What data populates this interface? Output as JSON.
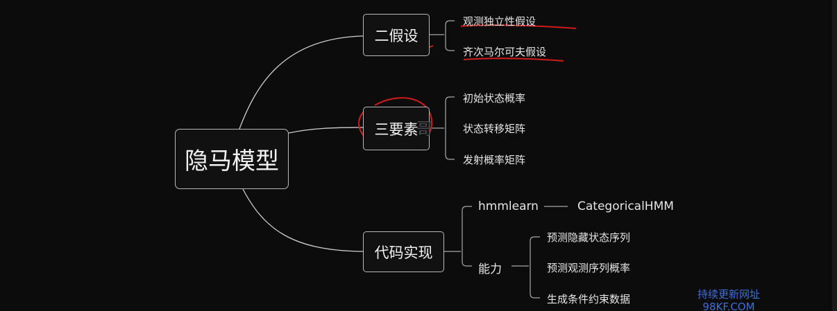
{
  "root": {
    "label": "隐马模型"
  },
  "branches": [
    {
      "label": "二假设",
      "children": [
        "观测独立性假设",
        "齐次马尔可夫假设"
      ]
    },
    {
      "label": "三要素",
      "children": [
        "初始状态概率",
        "状态转移矩阵",
        "发射概率矩阵"
      ]
    },
    {
      "label": "代码实现",
      "hmmlearn": {
        "label": "hmmlearn",
        "child": "CategoricalHMM"
      },
      "ability": {
        "label": "能力",
        "children": [
          "预测隐藏状态序列",
          "预测观测序列概率",
          "生成条件约束数据"
        ]
      }
    }
  ],
  "watermark": {
    "text": "哥",
    "site_line1": "持续更新网址",
    "site_line2": "98KF.COM"
  },
  "colors": {
    "background": "#0c0c0c",
    "connector": "#cfcfcf",
    "annotation": "#d01c1c",
    "site_link": "#3f6fd6"
  }
}
